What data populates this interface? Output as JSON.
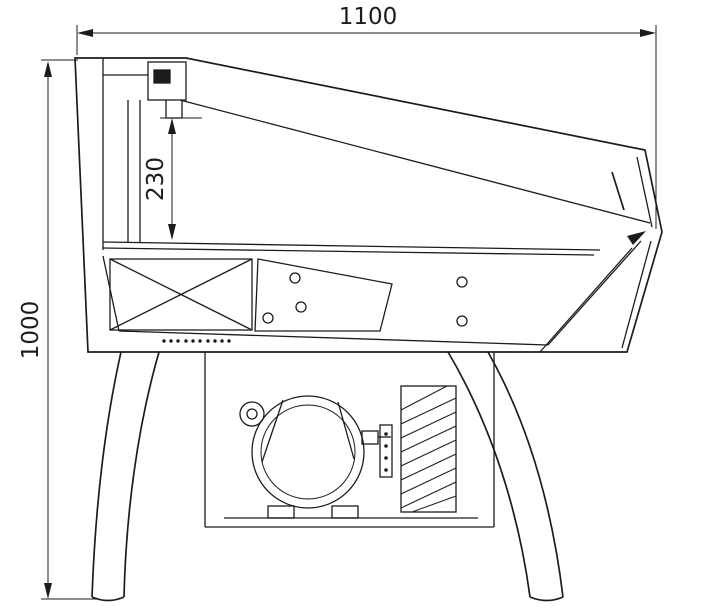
{
  "page": {
    "background": "#ffffff",
    "line_color": "#1c1c1c"
  },
  "drawing": {
    "dimensions": {
      "overall_width": {
        "label": "1100"
      },
      "overall_height": {
        "label": "1000"
      },
      "well_depth": {
        "label": "230"
      }
    }
  }
}
